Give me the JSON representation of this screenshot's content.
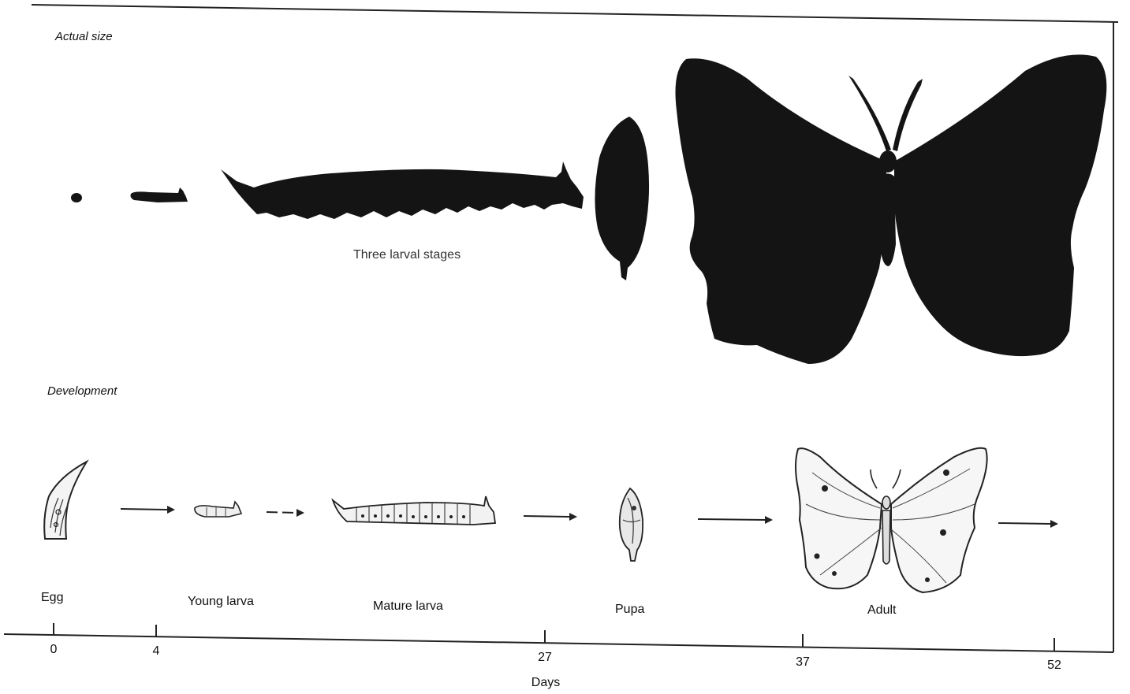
{
  "sections": {
    "actual_size": "Actual size",
    "development": "Development"
  },
  "annotation": "Three larval stages",
  "stages": [
    {
      "label": "Egg",
      "day": 0
    },
    {
      "label": "Young larva",
      "day": 4
    },
    {
      "label": "Mature larva",
      "day": 27
    },
    {
      "label": "Pupa",
      "day": 37
    },
    {
      "label": "Adult",
      "day": 52
    }
  ],
  "axis": {
    "title": "Days",
    "ticks": [
      "0",
      "4",
      "27",
      "37",
      "52"
    ]
  },
  "colors": {
    "ink": "#111111",
    "silhouette": "#141414",
    "paper": "#ffffff"
  },
  "icons": [
    "egg-icon",
    "larva-icon",
    "pupa-icon",
    "butterfly-icon",
    "arrow-icon"
  ]
}
